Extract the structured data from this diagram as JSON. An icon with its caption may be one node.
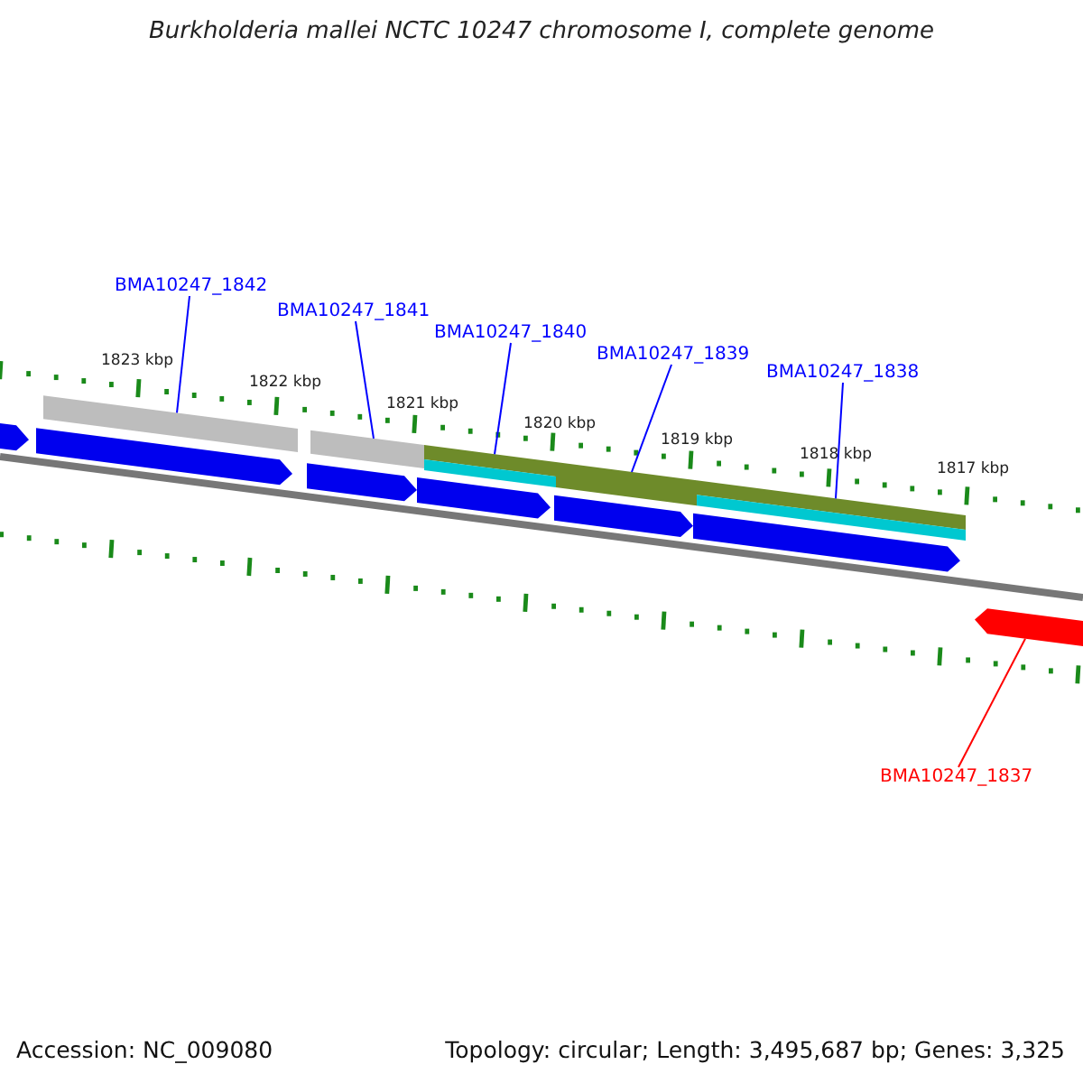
{
  "diagram": {
    "title": "Burkholderia mallei NCTC 10247 chromosome I, complete genome",
    "nodes": [
      {
        "text": [
          "BMA10247_1842"
        ]
      },
      {
        "text": [
          "BMA10247_1841"
        ]
      },
      {
        "text": [
          "BMA10247_1840"
        ]
      },
      {
        "text": [
          "BMA10247_1839"
        ]
      },
      {
        "text": [
          "BMA10247_1838"
        ]
      },
      {
        "text": [
          "BMA10247_1837"
        ]
      },
      {
        "text": [],
        "shape": "arrow"
      },
      {
        "text": [],
        "shape": "arrow"
      },
      {
        "text": [],
        "shape": "arrow"
      },
      {
        "text": [],
        "shape": "arrow"
      },
      {
        "text": [],
        "shape": "arrow"
      },
      {
        "text": [],
        "shape": "arrow"
      },
      {
        "text": [],
        "shape": "arrow"
      }
    ],
    "edges": [
      {
        "from": 0,
        "to": 7,
        "arrow": "none"
      },
      {
        "from": 1,
        "to": 8,
        "arrow": "none"
      },
      {
        "from": 2,
        "to": 9,
        "arrow": "none"
      },
      {
        "from": 3,
        "to": 10,
        "arrow": "none"
      },
      {
        "from": 4,
        "to": 11,
        "arrow": "none"
      },
      {
        "from": 5,
        "to": 12,
        "arrow": "none",
        "color": "#ff0000"
      }
    ],
    "labels": [
      "1823 kbp",
      "1822 kbp",
      "1821 kbp",
      "1820 kbp",
      "1819 kbp",
      "1818 kbp",
      "1817 kbp",
      "Accession: NC_009080",
      "Topology: circular; Length: 3,495,687 bp; Genes: 3,325"
    ]
  }
}
